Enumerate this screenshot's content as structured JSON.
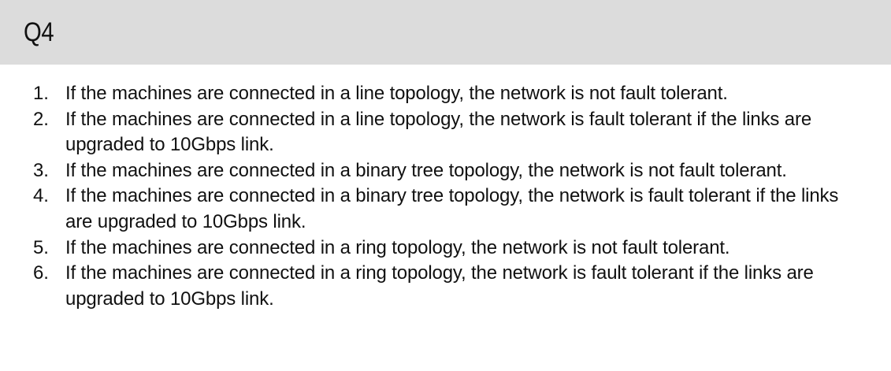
{
  "header": {
    "title": "Q4"
  },
  "items": [
    {
      "number": "1.",
      "text": "If the machines are connected in a line topology, the network is not fault tolerant."
    },
    {
      "number": "2.",
      "text": "If the machines are connected in a line topology, the network is fault tolerant if the links are upgraded to 10Gbps link."
    },
    {
      "number": "3.",
      "text": "If the machines are connected in a binary tree topology, the network is not fault tolerant."
    },
    {
      "number": "4.",
      "text": "If the machines are connected in a binary tree topology, the network is fault tolerant if the links are upgraded to 10Gbps link."
    },
    {
      "number": "5.",
      "text": "If the machines are connected in a ring topology, the network is not fault tolerant."
    },
    {
      "number": "6.",
      "text": "If the machines are connected in a ring topology, the network is fault tolerant if the links are upgraded to 10Gbps link."
    }
  ]
}
